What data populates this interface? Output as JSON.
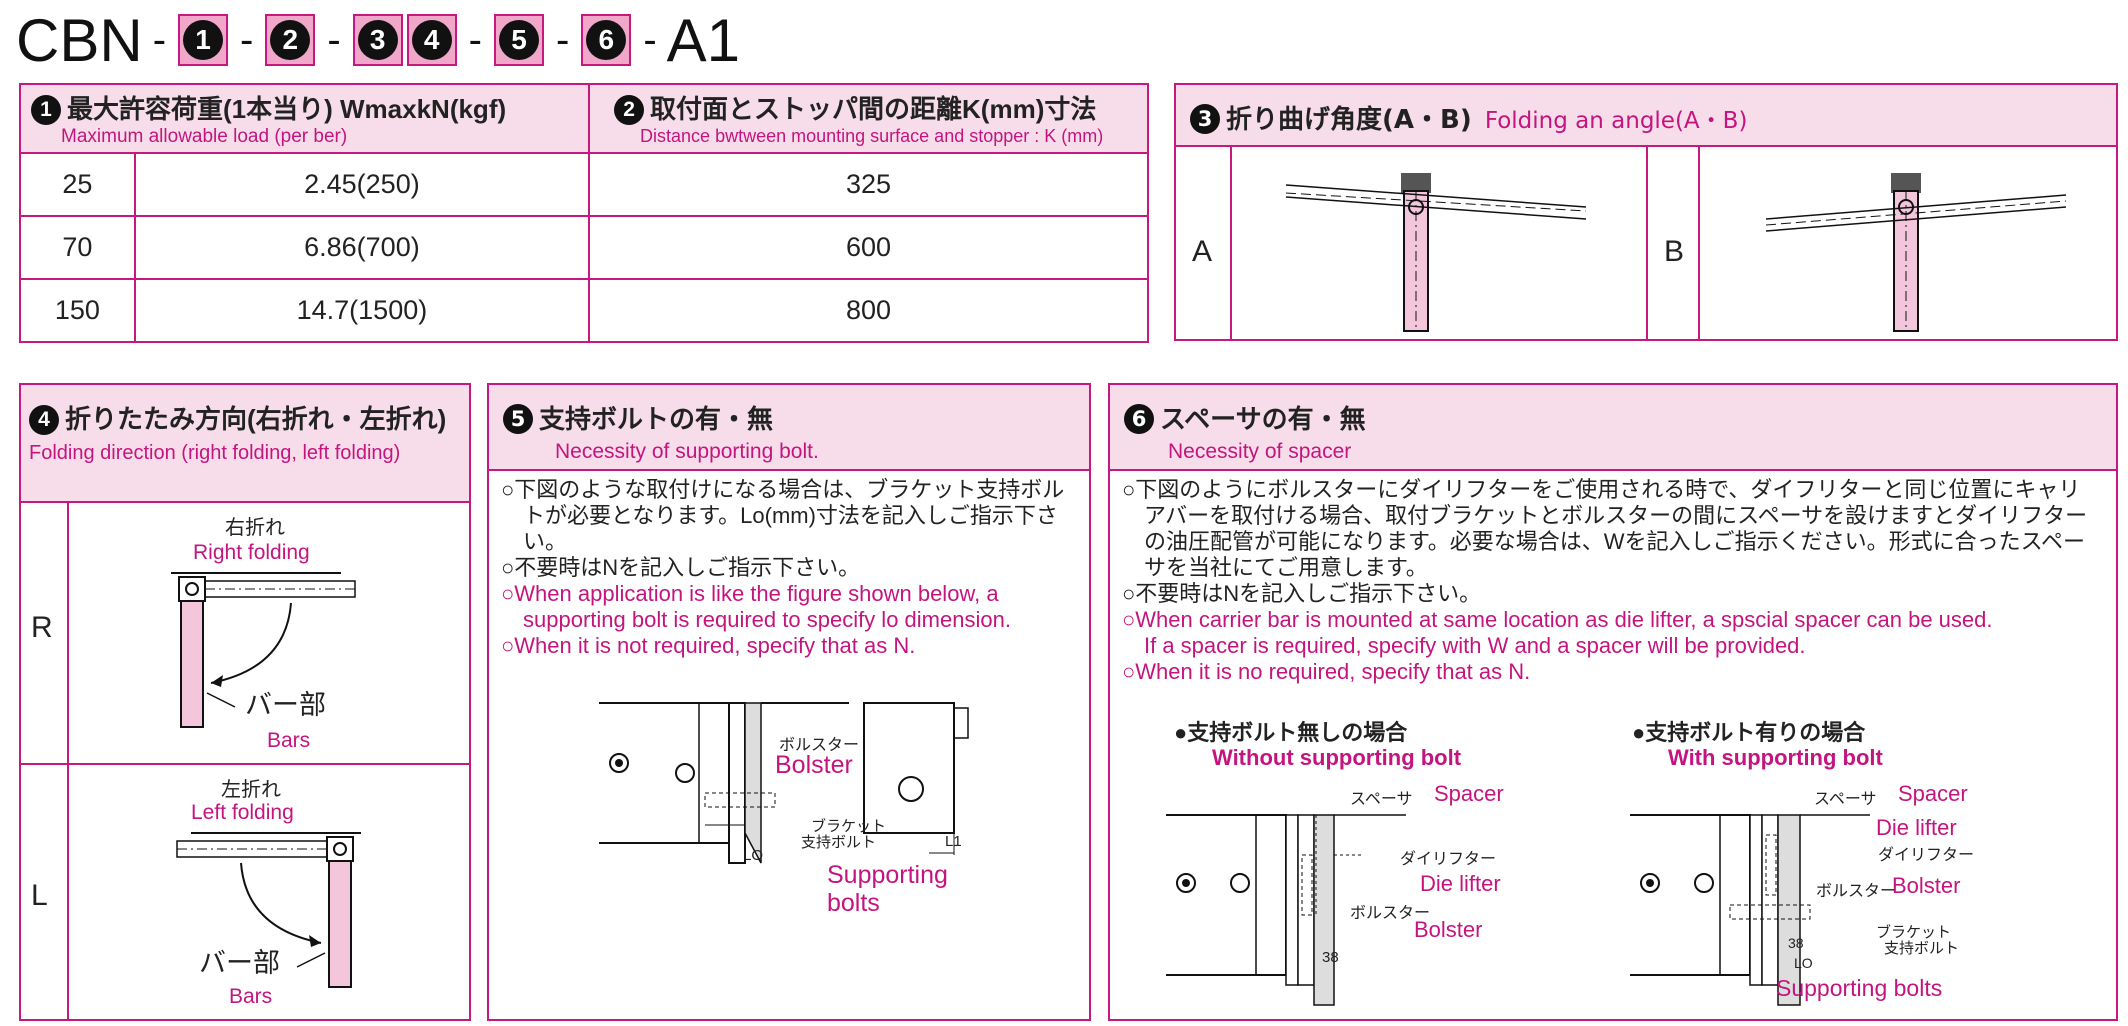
{
  "code": {
    "prefix": "CBN",
    "sep": "-",
    "items": [
      "1",
      "2",
      "3",
      "4",
      "5",
      "6"
    ],
    "suffix": "A1"
  },
  "sec1": {
    "num": "1",
    "title": "最大許容荷重(1本当り) WmaxkN(kgf)",
    "sub": "Maximum allowable load (per ber)"
  },
  "sec2": {
    "num": "2",
    "title": "取付面とストッパ間の距離K(mm)寸法",
    "sub": "Distance bwtween mounting surface and stopper : K (mm)"
  },
  "table_rows": [
    {
      "code": "25",
      "load": "2.45(250)",
      "k": "325"
    },
    {
      "code": "70",
      "load": "6.86(700)",
      "k": "600"
    },
    {
      "code": "150",
      "load": "14.7(1500)",
      "k": "800"
    }
  ],
  "sec3": {
    "num": "3",
    "title": "折り曲げ角度(A・B)",
    "sub": "Folding an angle(A・B)",
    "labelA": "A",
    "labelB": "B"
  },
  "sec4": {
    "num": "4",
    "title": "折りたたみ方向(右折れ・左折れ)",
    "sub": "Folding direction (right folding, left folding)",
    "labelR": "R",
    "labelL": "L",
    "right_jp": "右折れ",
    "right_en": "Right folding",
    "left_jp": "左折れ",
    "left_en": "Left folding",
    "bar_jp": "バー部",
    "bar_en": "Bars"
  },
  "sec5": {
    "num": "5",
    "title": "支持ボルトの有・無",
    "sub": "Necessity of supporting bolt.",
    "jp1a": "○下図のような取付けになる場合は、ブラケット支持ボル",
    "jp1b": "トが必要となります。Lo(mm)寸法を記入しご指示下さ",
    "jp1c": "い。",
    "jp2": "○不要時はNを記入しご指示下さい。",
    "en1a": "○When application is  like the figure shown below, a",
    "en1b": "supporting bolt is required to specify lo dimension.",
    "en2": "○When it is not required, specify that as N.",
    "bolster_jp": "ボルスター",
    "bolster_en": "Bolster",
    "bracket_jp1": "ブラケット",
    "bracket_jp2": "支持ボルト",
    "support_en1": "Supporting",
    "support_en2": "bolts",
    "lo": "LO",
    "l1": "L1"
  },
  "sec6": {
    "num": "6",
    "title": "スペーサの有・無",
    "sub": "Necessity of spacer",
    "jp1a": "○下図のようにボルスターにダイリフターをご使用される時で、ダイフリターと同じ位置にキャリ",
    "jp1b": "アバーを取付ける場合、取付ブラケットとボルスターの間にスペーサを設けますとダイリフター",
    "jp1c": "の油圧配管が可能になります。必要な場合は、Wを記入しご指示ください。形式に合ったスペー",
    "jp1d": "サを当社にてご用意します。",
    "jp2": "○不要時はNを記入しご指示下さい。",
    "en1a": "○When carrier bar is mounted at same location as die lifter, a spscial spacer can be used.",
    "en1b": "If a spacer is required, specify with W and a spacer will be provided.",
    "en2": "○When it is no required, specify that as N.",
    "left_title_jp": "●支持ボルト無しの場合",
    "left_title_en": "Without supporting bolt",
    "right_title_jp": "●支持ボルト有りの場合",
    "right_title_en": "With supporting bolt",
    "spacer_jp": "スペーサ",
    "spacer_en": "Spacer",
    "dielifter_jp": "ダイリフター",
    "dielifter_en": "Die lifter",
    "bolster_jp": "ボルスター",
    "bolster_en": "Bolster",
    "dim38": "38",
    "bracket_jp1": "ブラケット",
    "bracket_jp2": "支持ボルト",
    "support_en": "Supporting bolts",
    "lo": "LO"
  }
}
